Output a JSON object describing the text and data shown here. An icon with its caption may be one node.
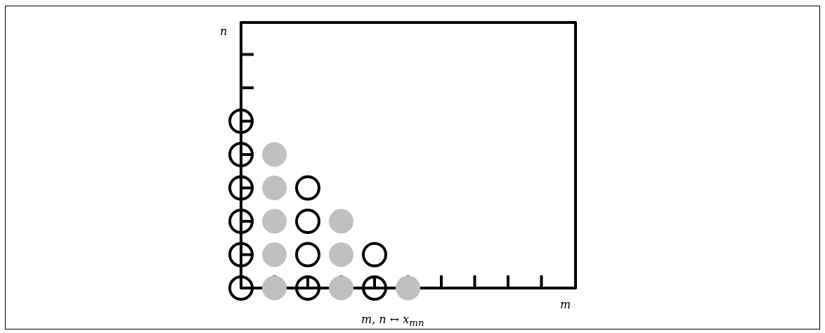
{
  "diagram": {
    "caption": "m, n ↔ x$_{mn}$",
    "labels": [
      "n",
      "m"
    ]
  }
}
